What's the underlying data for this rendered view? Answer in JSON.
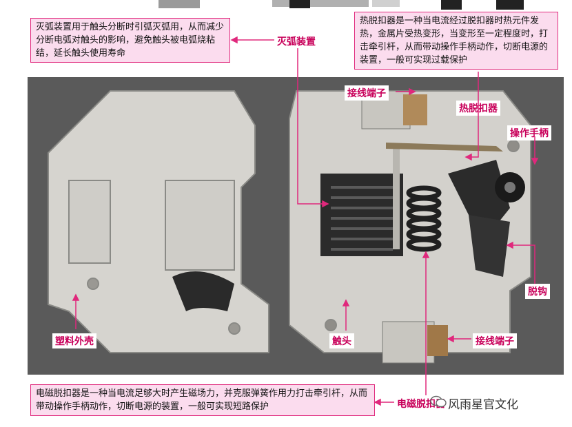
{
  "annotations": {
    "arc_note": "灭弧装置用于触头分断时引弧灭弧用，从而减少分断电弧对触头的影响，避免触头被电弧烧粘结，延长触头使用寿命",
    "thermal_note": "热脱扣器是一种当电流经过脱扣器时热元件发热，金属片受热变形，当变形至一定程度时，打击牵引杆，从而带动操作手柄动作，切断电源的装置，一般可实现过载保护",
    "magnetic_note": "电磁脱扣器是一种当电流足够大时产生磁场力，并克服弹簧作用力打击牵引杆，从而带动操作手柄动作，切断电源的装置，一般可实现短路保护"
  },
  "labels": {
    "arc_device": "灭弧装置",
    "terminal_top": "接线端子",
    "thermal_release": "热脱扣器",
    "handle": "操作手柄",
    "latch": "脱钩",
    "terminal_bottom": "接线端子",
    "contact": "触头",
    "shell": "塑料外壳",
    "magnetic_release": "电磁脱扣器"
  },
  "watermark": "风雨星官文化",
  "colors": {
    "accent": "#c8005a",
    "box_fill": "#fbdcee",
    "photo_bg": "#5a5a5a"
  }
}
